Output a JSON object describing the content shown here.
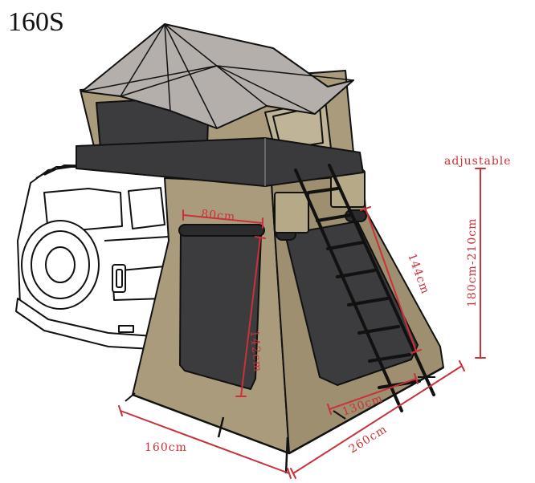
{
  "model": "160S",
  "labels": {
    "adjustable": "adjustable",
    "height_range": "180cm-210cm",
    "window_width": "80cm",
    "window_height": "142cm",
    "ladder_length": "144cm",
    "annex_depth": "130cm",
    "base_width": "160cm",
    "base_length": "260cm"
  },
  "colors": {
    "dimension_red": "#c8323a",
    "tent_khaki": "#a99b7c",
    "cover_gray": "#b4afab",
    "window_dark": "#3c3c3e",
    "outline": "#111111"
  },
  "icons": {
    "vehicle": "suv-rear-icon",
    "tent": "rooftop-tent-icon",
    "ladder": "ladder-icon"
  }
}
